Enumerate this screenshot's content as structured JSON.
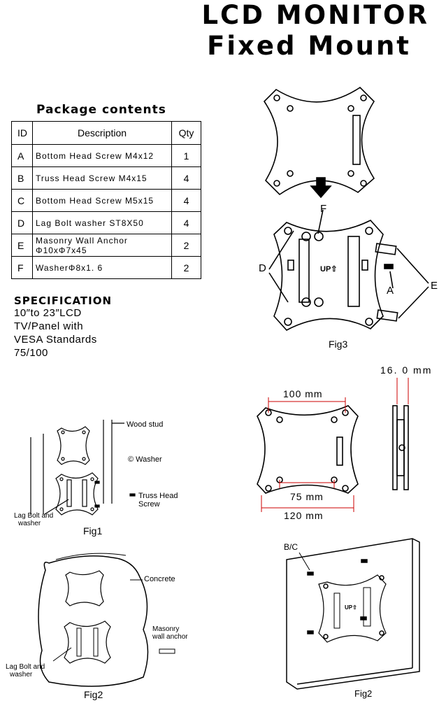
{
  "title": {
    "line1": "LCD MONITOR",
    "line2": "Fixed Mount"
  },
  "package": {
    "heading": "Package contents",
    "headers": {
      "id": "ID",
      "description": "Description",
      "qty": "Qty"
    },
    "rows": [
      {
        "id": "A",
        "desc": "Bottom  Head  Screw M4x12",
        "qty": "1"
      },
      {
        "id": "B",
        "desc": "Truss  Head  Screw M4x15",
        "qty": "4"
      },
      {
        "id": "C",
        "desc": "Bottom  Head  Screw M5x15",
        "qty": "4"
      },
      {
        "id": "D",
        "desc": "Lag  Bolt  washer  ST8X50",
        "qty": "4"
      },
      {
        "id": "E",
        "desc": "Masonry  Wall  Anchor Φ10xΦ7x45",
        "qty": "2"
      },
      {
        "id": "F",
        "desc": "WasherΦ8x1. 6",
        "qty": "2"
      }
    ]
  },
  "specification": {
    "heading": "SPECIFICATION",
    "lines": [
      "10″to 23″LCD",
      "TV/Panel with",
      "VESA Standards",
      "75/100"
    ]
  },
  "fig3": {
    "caption": "Fig3",
    "label_f": "F",
    "label_d": "D",
    "label_a": "A",
    "label_e": "E",
    "up": "UP⇧"
  },
  "dims": {
    "d100": "100 mm",
    "d75": "75 mm",
    "d120": "120 mm",
    "depth": "16. 0  mm"
  },
  "fig1": {
    "caption": "Fig1",
    "wood": "Wood stud",
    "washer": "© Washer",
    "truss1": "Truss Head",
    "truss2": "Screw",
    "lag1": "Lag Bolt and",
    "lag2": "washer"
  },
  "fig2a": {
    "caption": "Fig2",
    "concrete": "Concrete",
    "anchor1": "Masonry",
    "anchor2": "wall anchor",
    "lag1": "Lag Bolt and",
    "lag2": "washer"
  },
  "fig2b": {
    "caption": "Fig2",
    "bc": "B/C",
    "up": "UP⇧"
  }
}
